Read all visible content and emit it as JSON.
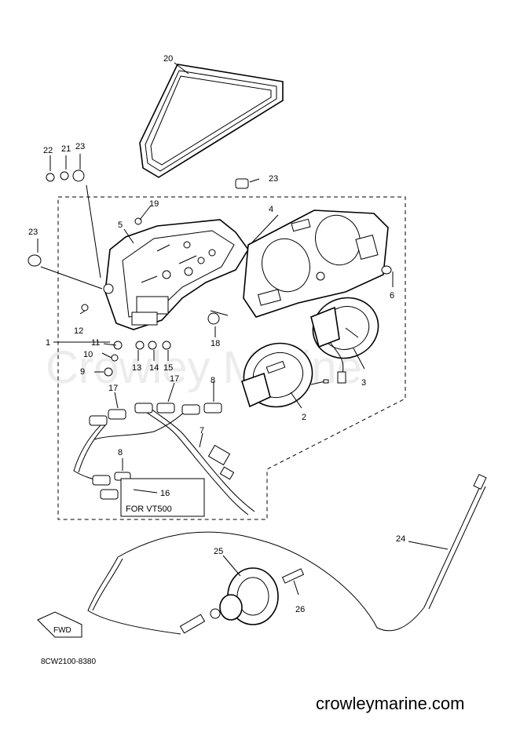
{
  "watermark": "Crowley Marine",
  "site_footer": "crowleymarine.com",
  "diagram_code": "8CW2100-8380",
  "variant_box_label": "FOR VT500",
  "fwd_label": "FWD",
  "callouts": {
    "c1": "1",
    "c2": "2",
    "c3": "3",
    "c4": "4",
    "c5": "5",
    "c6": "6",
    "c7": "7",
    "c8a": "8",
    "c8b": "8",
    "c9": "9",
    "c10": "10",
    "c11": "11",
    "c12": "12",
    "c13": "13",
    "c14": "14",
    "c15": "15",
    "c16": "16",
    "c17a": "17",
    "c17b": "17",
    "c18": "18",
    "c19": "19",
    "c20": "20",
    "c21": "21",
    "c22": "22",
    "c23a": "23",
    "c23b": "23",
    "c23c": "23",
    "c24": "24",
    "c25": "25",
    "c26": "26"
  }
}
